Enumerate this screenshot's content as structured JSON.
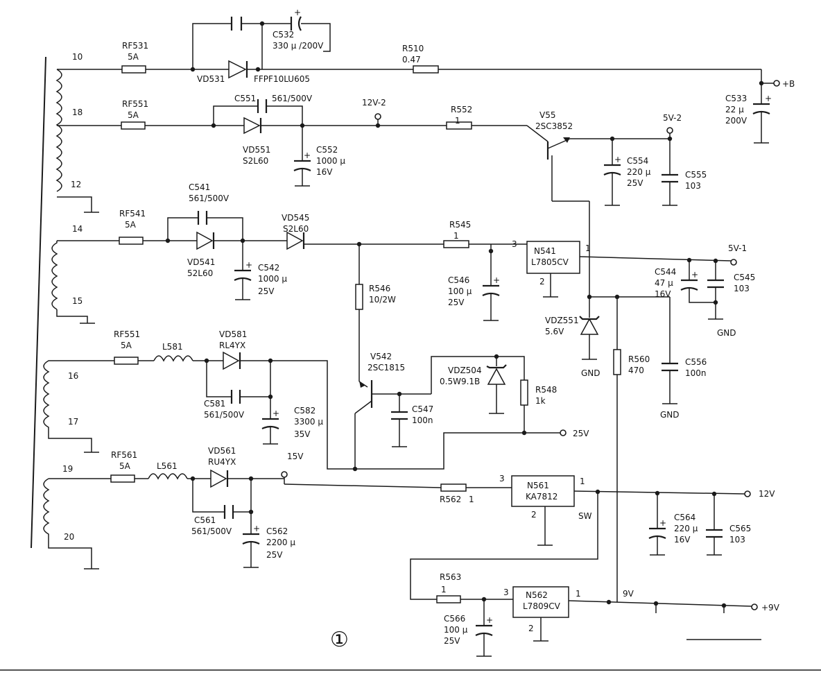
{
  "secondary": {
    "pins": [
      "10",
      "18",
      "12",
      "14",
      "15",
      "16",
      "17",
      "19",
      "20"
    ]
  },
  "b_rail": {
    "fuse": {
      "ref": "RF531",
      "val": "5A"
    },
    "diode": {
      "ref": "VD531",
      "val": "FFPF10LU605"
    },
    "cap_snub": {
      "ref": "C532",
      "val": "330 μ /200V"
    },
    "res": {
      "ref": "R510",
      "val": "0.47"
    },
    "cap_out": {
      "ref": "C533",
      "val1": "22 μ",
      "val2": "200V"
    },
    "terminal": "+B"
  },
  "rail_12v2": {
    "fuse": {
      "ref": "RF551",
      "val": "5A"
    },
    "cap_snub": {
      "ref": "C551",
      "val": "561/500V"
    },
    "diode": {
      "ref": "VD551",
      "val": "S2L60"
    },
    "cap_filter": {
      "ref": "C552",
      "val1": "1000 μ",
      "val2": "16V"
    },
    "node": "12V-2",
    "res": {
      "ref": "R552",
      "val": "1"
    },
    "transistor": {
      "ref": "V55",
      "val": "2SC3852"
    },
    "cap_a": {
      "ref": "C554",
      "val1": "220 μ",
      "val2": "25V"
    },
    "cap_b": {
      "ref": "C555",
      "val": "103"
    },
    "node_out": "5V-2"
  },
  "rail_5v1": {
    "cap_snub": {
      "ref": "C541",
      "val": "561/500V"
    },
    "fuse": {
      "ref": "RF541",
      "val": "5A"
    },
    "diode1": {
      "ref": "VD541",
      "val": "52L60"
    },
    "diode2": {
      "ref": "VD545",
      "val": "S2L60"
    },
    "cap_filter": {
      "ref": "C542",
      "val1": "1000 μ",
      "val2": "25V"
    },
    "res": {
      "ref": "R545",
      "val": "1"
    },
    "res2": {
      "ref": "R546",
      "val": "10/2W"
    },
    "cap_in": {
      "ref": "C546",
      "val1": "100 μ",
      "val2": "25V"
    },
    "regulator": {
      "ref": "N541",
      "val": "L7805CV",
      "pin_in": "3",
      "pin_out": "1",
      "pin_gnd": "2"
    },
    "cap_a": {
      "ref": "C544",
      "val1": "47 μ",
      "val2": "16V"
    },
    "cap_b": {
      "ref": "C545",
      "val": "103"
    },
    "node_out": "5V-1",
    "gnd": "GND"
  },
  "control": {
    "zener1": {
      "ref": "VDZ551",
      "val": "5.6V"
    },
    "gnd1": "GND",
    "res": {
      "ref": "R560",
      "val": "470"
    },
    "cap": {
      "ref": "C556",
      "val": "100n"
    },
    "gnd2": "GND",
    "transistor": {
      "ref": "V542",
      "val": "2SC1815"
    },
    "zener2": {
      "ref": "VDZ504",
      "val": "0.5W9.1B"
    },
    "res2": {
      "ref": "R548",
      "val": "1k"
    },
    "cap2": {
      "ref": "C547",
      "val": "100n"
    }
  },
  "rail_25v": {
    "fuse": {
      "ref": "RF551",
      "val": "5A"
    },
    "inductor": {
      "ref": "L581"
    },
    "diode": {
      "ref": "VD581",
      "val": "RL4YX"
    },
    "cap_snub": {
      "ref": "C581",
      "val": "561/500V"
    },
    "cap_filter": {
      "ref": "C582",
      "val1": "3300 μ",
      "val2": "35V"
    },
    "terminal": "25V"
  },
  "rail_12v": {
    "fuse": {
      "ref": "RF561",
      "val": "5A"
    },
    "inductor": {
      "ref": "L561"
    },
    "diode": {
      "ref": "VD561",
      "val": "RU4YX"
    },
    "cap_snub": {
      "ref": "C561",
      "val": "561/500V"
    },
    "cap_filter": {
      "ref": "C562",
      "val1": "2200 μ",
      "val2": "25V"
    },
    "node": "15V",
    "res": {
      "ref": "R562",
      "val": "1"
    },
    "regulator": {
      "ref": "N561",
      "val": "KA7812",
      "pin_in": "3",
      "pin_out": "1",
      "pin_gnd": "2"
    },
    "sw": "SW",
    "cap_a": {
      "ref": "C564",
      "val1": "220 μ",
      "val2": "16V"
    },
    "cap_b": {
      "ref": "C565",
      "val": "103"
    },
    "terminal": "12V"
  },
  "rail_9v": {
    "res": {
      "ref": "R563",
      "val": "1"
    },
    "cap_in": {
      "ref": "C566",
      "val1": "100 μ",
      "val2": "25V"
    },
    "regulator": {
      "ref": "N562",
      "val": "L7809CV",
      "pin_in": "3",
      "pin_out": "1",
      "pin_gnd": "2"
    },
    "node": "9V",
    "terminal": "+9V"
  },
  "figure_number": "①"
}
